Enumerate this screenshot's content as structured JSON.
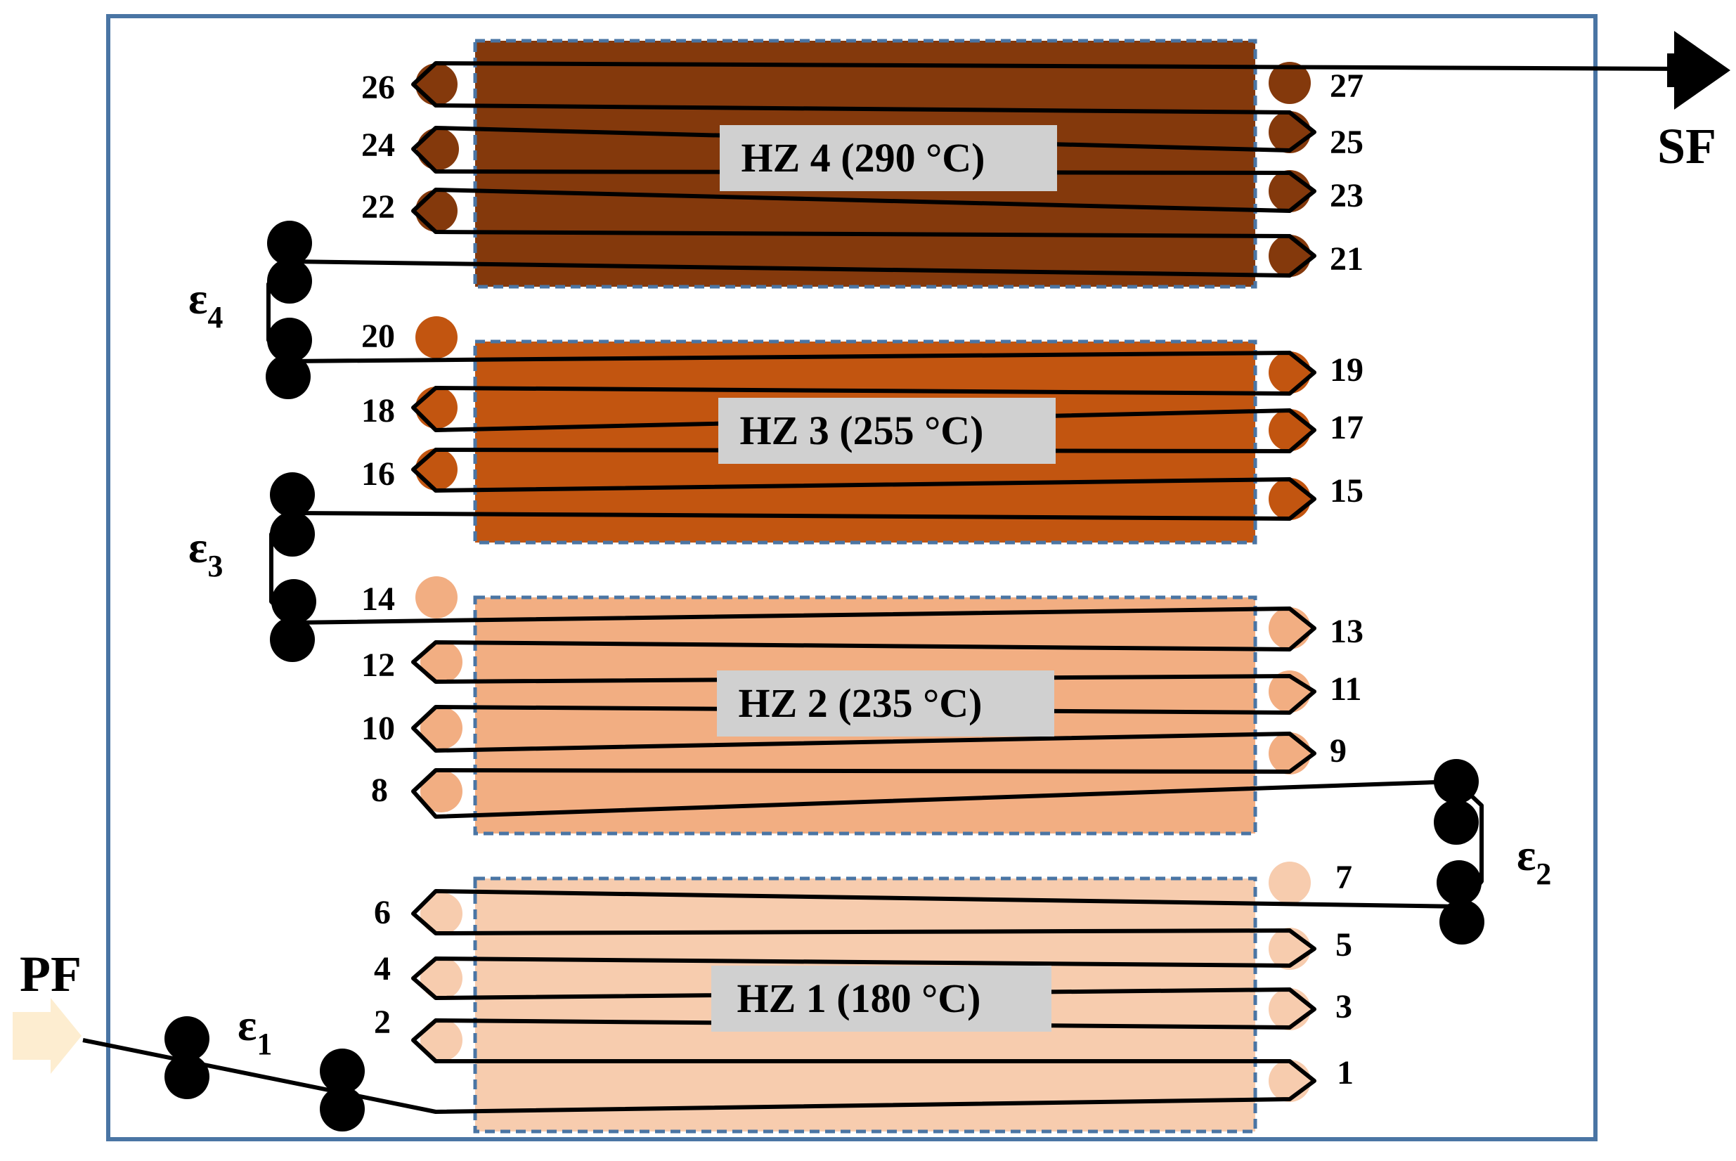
{
  "zones": [
    {
      "id": "hz1",
      "label": "HZ 1 (180 °C)",
      "color": "#f7ccae"
    },
    {
      "id": "hz2",
      "label": "HZ 2 (235 °C)",
      "color": "#f2ae82"
    },
    {
      "id": "hz3",
      "label": "HZ 3 (255 °C)",
      "color": "#c25510"
    },
    {
      "id": "hz4",
      "label": "HZ 4 (290 °C)",
      "color": "#84390c"
    }
  ],
  "rollers": [
    "1",
    "2",
    "3",
    "4",
    "5",
    "6",
    "7",
    "8",
    "9",
    "10",
    "11",
    "12",
    "13",
    "14",
    "15",
    "16",
    "17",
    "18",
    "19",
    "20",
    "21",
    "22",
    "23",
    "24",
    "25",
    "26",
    "27"
  ],
  "stretch_labels": [
    {
      "base": "ε",
      "sub": "1"
    },
    {
      "base": "ε",
      "sub": "2"
    },
    {
      "base": "ε",
      "sub": "3"
    },
    {
      "base": "ε",
      "sub": "4"
    }
  ],
  "input_label": "PF",
  "output_label": "SF",
  "colors": {
    "frame": "#4a75a4",
    "zone_border": "#4a75a4",
    "label_box": "#d0d0d0",
    "line": "#000000",
    "pf_arrow": "#fdedd0"
  }
}
